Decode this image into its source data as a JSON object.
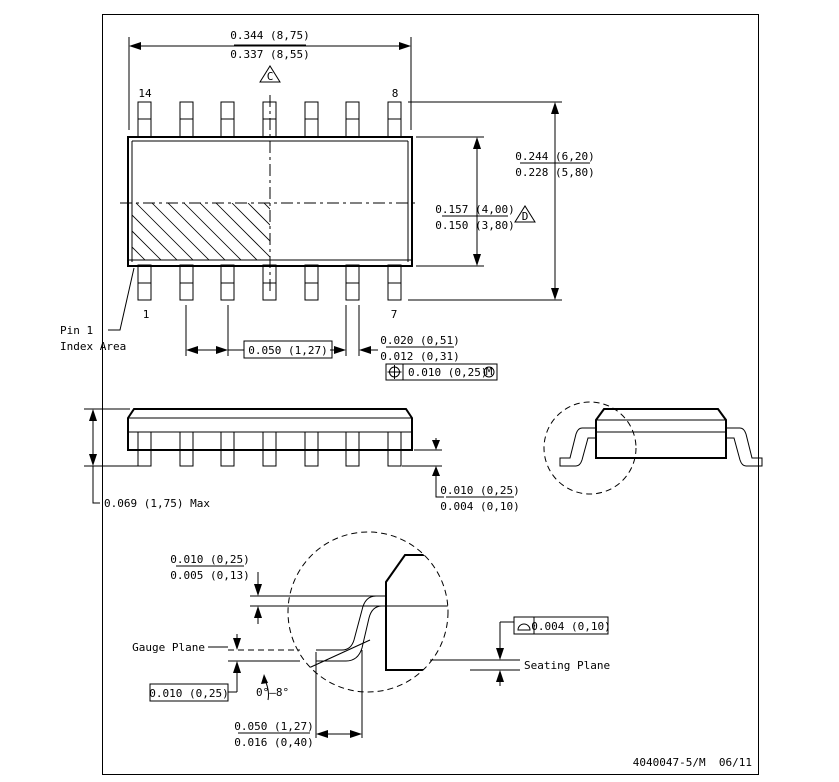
{
  "top_view": {
    "body_length_max": "0.344 (8,75)",
    "body_length_min": "0.337 (8,55)",
    "note_c": "C",
    "pin_14": "14",
    "pin_8": "8",
    "pin_1": "1",
    "pin_7": "7",
    "overall_width_max": "0.244 (6,20)",
    "overall_width_min": "0.228 (5,80)",
    "body_width_max": "0.157 (4,00)",
    "body_width_min": "0.150 (3,80)",
    "note_d": "D",
    "pin1_label_line1": "Pin 1",
    "pin1_label_line2": "Index Area",
    "pitch": "0.050 (1,27)",
    "lead_width_max": "0.020 (0,51)",
    "lead_width_min": "0.012 (0,31)",
    "position_tolerance": "0.010 (0,25)",
    "position_modifier": "M"
  },
  "side_view": {
    "height_max": "0.069 (1,75) Max",
    "standoff_max": "0.010 (0,25)",
    "standoff_min": "0.004 (0,10)"
  },
  "detail_view": {
    "lead_thickness_max": "0.010 (0,25)",
    "lead_thickness_min": "0.005 (0,13)",
    "gauge_plane_label": "Gauge Plane",
    "gauge_value": "0.010 (0,25)",
    "angle": "0°–8°",
    "coplanarity": "0.004 (0,10)",
    "seating_plane_label": "Seating Plane",
    "foot_length_max": "0.050 (1,27)",
    "foot_length_min": "0.016 (0,40)"
  },
  "drawing_number": "4040047-5/M  06/11"
}
